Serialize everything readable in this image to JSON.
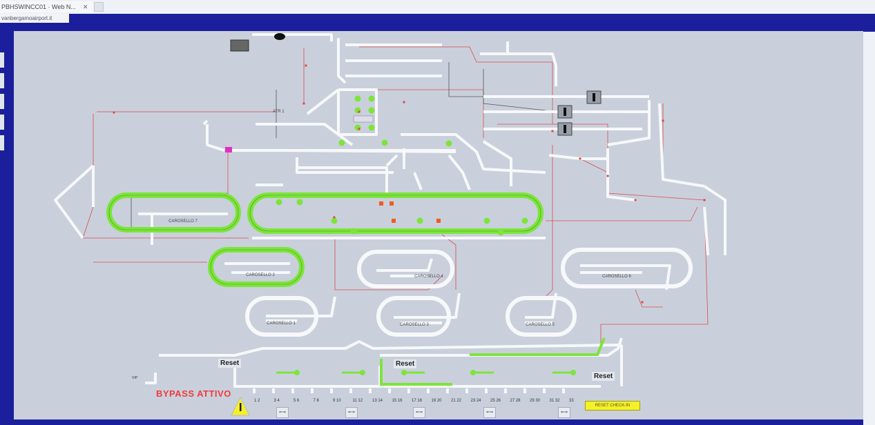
{
  "browser": {
    "tab_title": "PBHSWINCC01 · Web N...",
    "url": "vanbergamoairport.it"
  },
  "diagram": {
    "junction_label": "ATR 1",
    "carousels": [
      {
        "id": "7",
        "label": "CAROSELLO 7",
        "active": true
      },
      {
        "id": "main",
        "label": "",
        "active": true
      },
      {
        "id": "2",
        "label": "CAROSELLO 2",
        "active": true
      },
      {
        "id": "4",
        "label": "CAROSELLO 4",
        "active": false
      },
      {
        "id": "6",
        "label": "CAROSELLO 6",
        "active": false
      },
      {
        "id": "1",
        "label": "CAROSELLO 1",
        "active": false
      },
      {
        "id": "3",
        "label": "CAROSELLO 3",
        "active": false
      },
      {
        "id": "5",
        "label": "CAROSELLO 5",
        "active": false
      }
    ]
  },
  "checkin": {
    "reset_label": "Reset",
    "bypass_status": "BYPASS ATTIVO",
    "vip_label": "VIP",
    "desk_positions": [
      "1 2",
      "3 4",
      "5 6",
      "7 8",
      "9 10",
      "11 12",
      "13 14",
      "15 16",
      "17 18",
      "19 20",
      "21 22",
      "23 24",
      "25 26",
      "27 28",
      "29 30",
      "31 32",
      "33"
    ],
    "direction_button_label": "⇐⇒",
    "reset_checkin_label": "RESET CHECK-IN"
  },
  "colors": {
    "active": "#7ee43a",
    "conveyor": "#f7f8fa",
    "signal": "#e04848",
    "bypass": "#f03a3a",
    "panel": "#c9d0dc",
    "frame": "#1b1f9c"
  }
}
